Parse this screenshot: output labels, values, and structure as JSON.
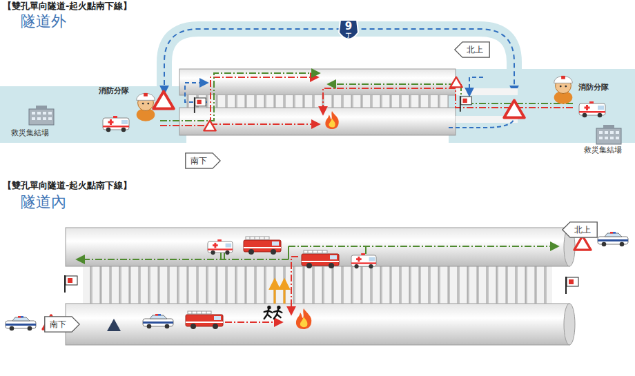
{
  "diagram": {
    "nodes": [
      {
        "text": [
          "北上"
        ]
      },
      {
        "text": [
          "南下"
        ]
      },
      {
        "text": [
          "北上"
        ]
      },
      {
        "text": [
          "南下"
        ]
      }
    ],
    "labels": [
      "【雙孔單向隧道-起火點南下線】",
      "隧道外",
      "9",
      "丁",
      "消防分隊",
      "消防分隊",
      "救災集結場",
      "救災集結場",
      "【雙孔單向隧道-起火點南下線】",
      "隧道內"
    ]
  }
}
